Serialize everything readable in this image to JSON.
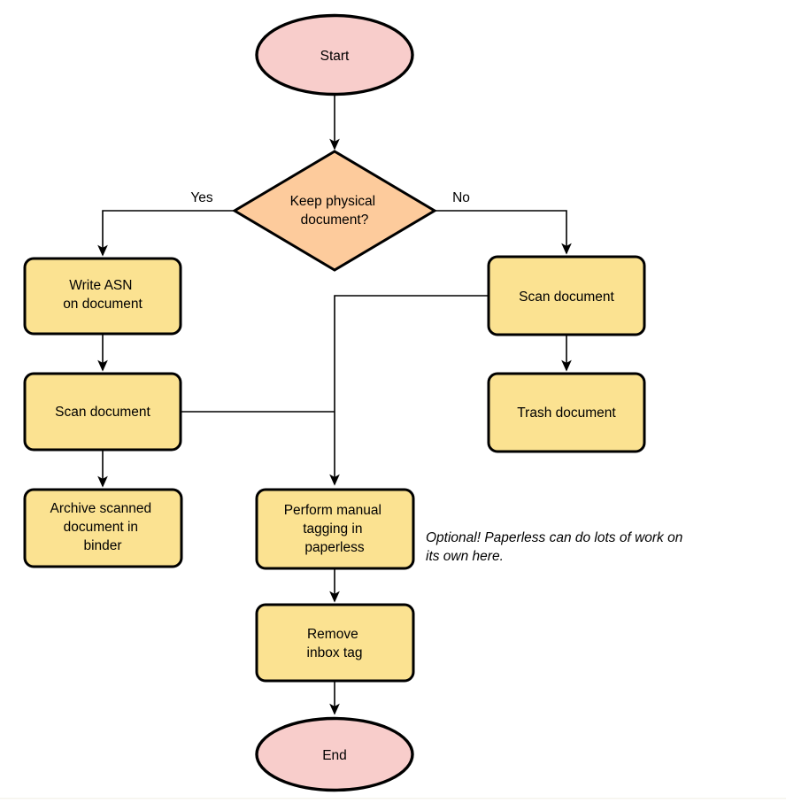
{
  "diagram": {
    "colors": {
      "terminator_fill": "#F8CDCB",
      "decision_fill": "#FDCB9C",
      "process_fill": "#FBE291",
      "stroke": "#000000",
      "text": "#000000",
      "bottom_divider": "#F4F3EC"
    },
    "nodes": {
      "start": {
        "label": "Start"
      },
      "decision_keep_physical": {
        "lines": [
          "Keep physical",
          "document?"
        ]
      },
      "write_asn": {
        "lines": [
          "Write ASN",
          "on document"
        ]
      },
      "scan_document_left": {
        "label": "Scan document"
      },
      "archive_binder": {
        "lines": [
          "Archive scanned",
          "document in",
          "binder"
        ]
      },
      "scan_document_right": {
        "label": "Scan document"
      },
      "trash_document": {
        "label": "Trash document"
      },
      "manual_tagging": {
        "lines": [
          "Perform manual",
          "tagging in",
          "paperless"
        ]
      },
      "remove_inbox_tag": {
        "lines": [
          "Remove",
          "inbox tag"
        ]
      },
      "end": {
        "label": "End"
      }
    },
    "edge_labels": {
      "yes": "Yes",
      "no": "No"
    },
    "annotation": {
      "lines": [
        "Optional! Paperless can do lots of work on",
        "its own here."
      ]
    }
  }
}
